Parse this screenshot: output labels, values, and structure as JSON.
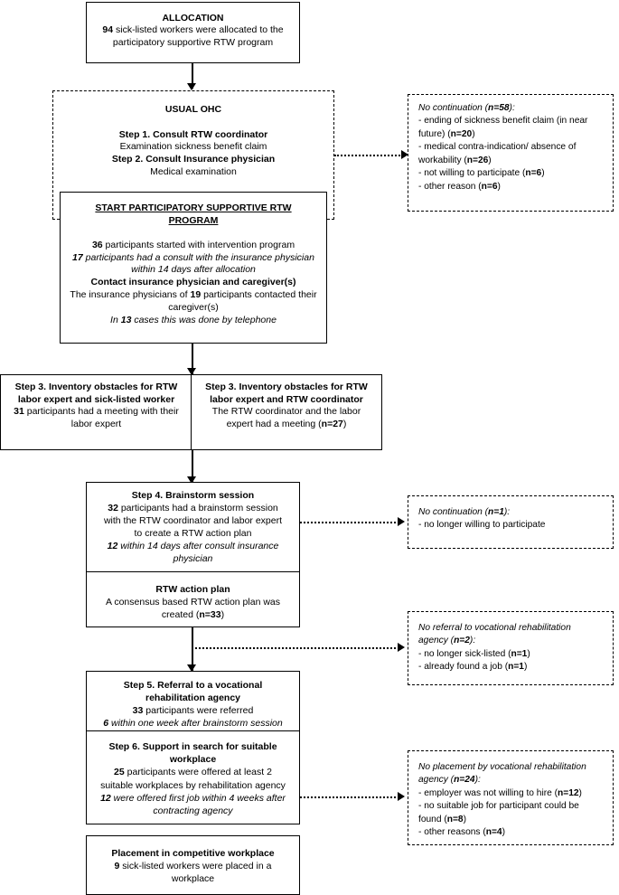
{
  "figure": {
    "type": "flowchart",
    "title": "Participatory supportive RTW program flow diagram"
  },
  "allocation": {
    "title": "ALLOCATION",
    "count": "94",
    "line1_rest": " sick-listed workers were allocated to the",
    "line2": "participatory supportive RTW program"
  },
  "usual_ohc": {
    "title": "USUAL OHC",
    "step1_title": "Step 1. Consult RTW coordinator",
    "step1_sub": "Examination sickness benefit claim",
    "step2_title": "Step 2. Consult Insurance physician",
    "step2_sub": "Medical examination"
  },
  "start_program": {
    "title_line1": "START PARTICIPATORY SUPPORTIVE RTW",
    "title_line2": "PROGRAM",
    "l1_num": "36",
    "l1_rest": " participants started with intervention program",
    "l2_num": "17",
    "l2_rest": " participants had a consult with the insurance physician",
    "l3": "within 14 days after allocation",
    "l4_bold": "Contact insurance physician and caregiver(s)",
    "l5_a": "The insurance physicians of ",
    "l5_num": "19",
    "l5_b": " participants contacted their",
    "l6": "caregiver(s)",
    "l7_a": "In ",
    "l7_num": "13",
    "l7_b": " cases this was done by telephone"
  },
  "step3_left": {
    "title_line1": "Step 3. Inventory obstacles for RTW",
    "title_line2": "labor expert and sick-listed worker",
    "body_num": "31",
    "body_rest": " participants had a meeting with their",
    "body_line2": "labor expert"
  },
  "step3_right": {
    "title_line1": "Step 3. Inventory obstacles for RTW",
    "title_line2": "labor expert and RTW coordinator",
    "body_line1": "The RTW coordinator and the labor",
    "body_line2_a": "expert had a meeting (",
    "body_line2_n": "n=27",
    "body_line2_b": ")"
  },
  "step4": {
    "title": "Step 4. Brainstorm session",
    "l1_num": "32",
    "l1_rest": " participants had a brainstorm session",
    "l2": "with the RTW coordinator and labor expert",
    "l3": "to create a RTW action plan",
    "l4_num": "12",
    "l4_rest": " within 14 days after consult insurance",
    "l5": "physician"
  },
  "action_plan": {
    "title": "RTW action plan",
    "l1": "A consensus based RTW action plan was",
    "l2_a": "created (",
    "l2_n": "n=33",
    "l2_b": ")"
  },
  "step5": {
    "title_line1": "Step 5. Referral to a vocational",
    "title_line2": "rehabilitation agency",
    "l1_num": "33",
    "l1_rest": " participants were referred",
    "l2_num": "6",
    "l2_rest": " within one week after brainstorm session"
  },
  "step6": {
    "title_line1": "Step 6. Support in search for suitable",
    "title_line2": "workplace",
    "l1_num": "25",
    "l1_rest": " participants were offered at least 2",
    "l2": "suitable workplaces by rehabilitation agency",
    "l3_num": "12",
    "l3_rest": " were offered first job within 4 weeks after",
    "l4": "contracting agency"
  },
  "placement": {
    "title": "Placement in competitive workplace",
    "l1_num": "9",
    "l1_rest": " sick-listed workers were placed in a",
    "l2": "workplace"
  },
  "exclusion_1": {
    "header_text": "No continuation (",
    "header_n": "n=58",
    "header_tail": "):",
    "items": [
      {
        "text_a": "- ending of sickness benefit claim (in near",
        "text_b": "future) (",
        "n": "n=20",
        "text_c": ")"
      },
      {
        "text_a": "- medical contra-indication/ absence of",
        "text_b": "workability  (",
        "n": "n=26",
        "text_c": ")"
      },
      {
        "text_a": "",
        "text_b": "- not willing to participate (",
        "n": "n=6",
        "text_c": ")"
      },
      {
        "text_a": "",
        "text_b": "- other reason (",
        "n": "n=6",
        "text_c": ")"
      }
    ]
  },
  "exclusion_2": {
    "header_text": "No continuation (",
    "header_n": "n=1",
    "header_tail": "):",
    "items": [
      {
        "text_a": "",
        "text_b": "- no longer willing to participate",
        "n": "",
        "text_c": ""
      }
    ]
  },
  "exclusion_3": {
    "header_text": "No referral to vocational rehabilitation",
    "header_text2": "agency (",
    "header_n": "n=2",
    "header_tail": "):",
    "items": [
      {
        "text_a": "",
        "text_b": "- no longer sick-listed (",
        "n": "n=1",
        "text_c": ")"
      },
      {
        "text_a": "",
        "text_b": "- already found a job (",
        "n": "n=1",
        "text_c": ")"
      }
    ]
  },
  "exclusion_4": {
    "header_text": "No placement by vocational rehabilitation",
    "header_text2": "agency (",
    "header_n": "n=24",
    "header_tail": "):",
    "items": [
      {
        "text_a": "",
        "text_b": "- employer was not willing to hire (",
        "n": "n=12",
        "text_c": ")"
      },
      {
        "text_a": "- no suitable job for participant could be",
        "text_b": "found (",
        "n": "n=8",
        "text_c": ")"
      },
      {
        "text_a": "",
        "text_b": "- other reasons (",
        "n": "n=4",
        "text_c": ")"
      }
    ]
  },
  "colors": {
    "stroke": "#000000",
    "background": "#ffffff"
  }
}
